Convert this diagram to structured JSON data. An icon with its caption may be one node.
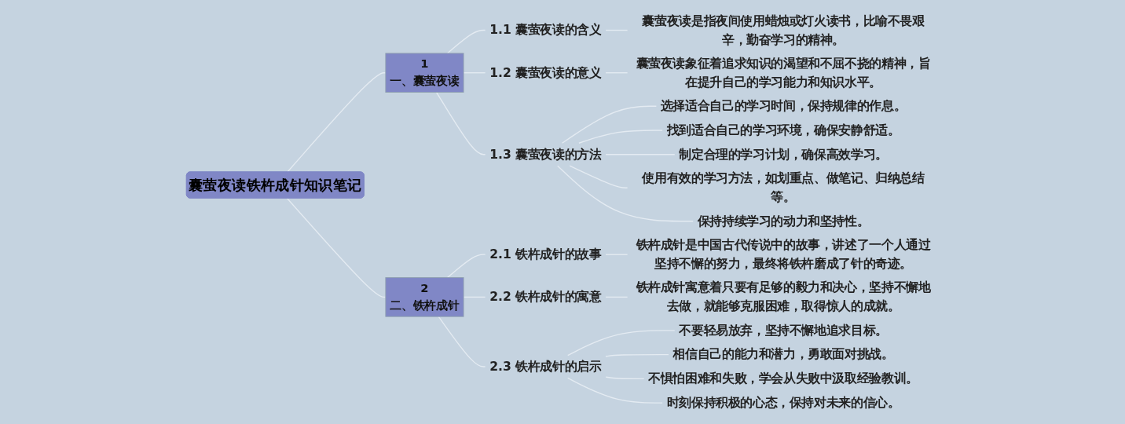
{
  "diagram": {
    "nodes": [
      {
        "text": [
          "囊萤夜读铁杵成针知识笔记"
        ]
      },
      {
        "text": [
          "1",
          "一、囊萤夜读"
        ]
      },
      {
        "text": [
          "1.1 囊萤夜读的含义"
        ]
      },
      {
        "text": [
          "囊萤夜读是指夜间使用蜡烛或灯火读书，比喻不畏艰辛，勤奋学习的精神。"
        ]
      },
      {
        "text": [
          "1.2 囊萤夜读的意义"
        ]
      },
      {
        "text": [
          "囊萤夜读象征着追求知识的渴望和不屈不挠的精神，旨在提升自己的学习能力和知识水平。"
        ]
      },
      {
        "text": [
          "1.3 囊萤夜读的方法"
        ]
      },
      {
        "text": [
          "选择适合自己的学习时间，保持规律的作息。"
        ]
      },
      {
        "text": [
          "找到适合自己的学习环境，确保安静舒适。"
        ]
      },
      {
        "text": [
          "制定合理的学习计划，确保高效学习。"
        ]
      },
      {
        "text": [
          "使用有效的学习方法，如划重点、做笔记、归纳总结等。"
        ]
      },
      {
        "text": [
          "保持持续学习的动力和坚持性。"
        ]
      },
      {
        "text": [
          "2",
          "二、铁杵成针"
        ]
      },
      {
        "text": [
          "2.1 铁杵成针的故事"
        ]
      },
      {
        "text": [
          "铁杵成针是中国古代传说中的故事，讲述了一个人通过坚持不懈的努力，最终将铁杵磨成了针的奇迹。"
        ]
      },
      {
        "text": [
          "2.2 铁杵成针的寓意"
        ]
      },
      {
        "text": [
          "铁杵成针寓意着只要有足够的毅力和决心，坚持不懈地去做，就能够克服困难，取得惊人的成就。"
        ]
      },
      {
        "text": [
          "2.3 铁杵成针的启示"
        ]
      },
      {
        "text": [
          "不要轻易放弃，坚持不懈地追求目标。"
        ]
      },
      {
        "text": [
          "相信自己的能力和潜力，勇敢面对挑战。"
        ]
      },
      {
        "text": [
          "不惧怕困难和失败，学会从失败中汲取经验教训。"
        ]
      },
      {
        "text": [
          "时刻保持积极的心态，保持对未来的信心。"
        ]
      }
    ],
    "edges": [
      {
        "from": 0,
        "to": 1,
        "arrow": "none"
      },
      {
        "from": 1,
        "to": 2,
        "arrow": "none"
      },
      {
        "from": 2,
        "to": 3,
        "arrow": "none"
      },
      {
        "from": 1,
        "to": 4,
        "arrow": "none"
      },
      {
        "from": 4,
        "to": 5,
        "arrow": "none"
      },
      {
        "from": 1,
        "to": 6,
        "arrow": "none"
      },
      {
        "from": 6,
        "to": 7,
        "arrow": "none"
      },
      {
        "from": 6,
        "to": 8,
        "arrow": "none"
      },
      {
        "from": 6,
        "to": 9,
        "arrow": "none"
      },
      {
        "from": 6,
        "to": 10,
        "arrow": "none"
      },
      {
        "from": 6,
        "to": 11,
        "arrow": "none"
      },
      {
        "from": 0,
        "to": 12,
        "arrow": "none"
      },
      {
        "from": 12,
        "to": 13,
        "arrow": "none"
      },
      {
        "from": 13,
        "to": 14,
        "arrow": "none"
      },
      {
        "from": 12,
        "to": 15,
        "arrow": "none"
      },
      {
        "from": 15,
        "to": 16,
        "arrow": "none"
      },
      {
        "from": 12,
        "to": 17,
        "arrow": "none"
      },
      {
        "from": 17,
        "to": 18,
        "arrow": "none"
      },
      {
        "from": 17,
        "to": 19,
        "arrow": "none"
      },
      {
        "from": 17,
        "to": 20,
        "arrow": "none"
      },
      {
        "from": 17,
        "to": 21,
        "arrow": "none"
      }
    ]
  }
}
